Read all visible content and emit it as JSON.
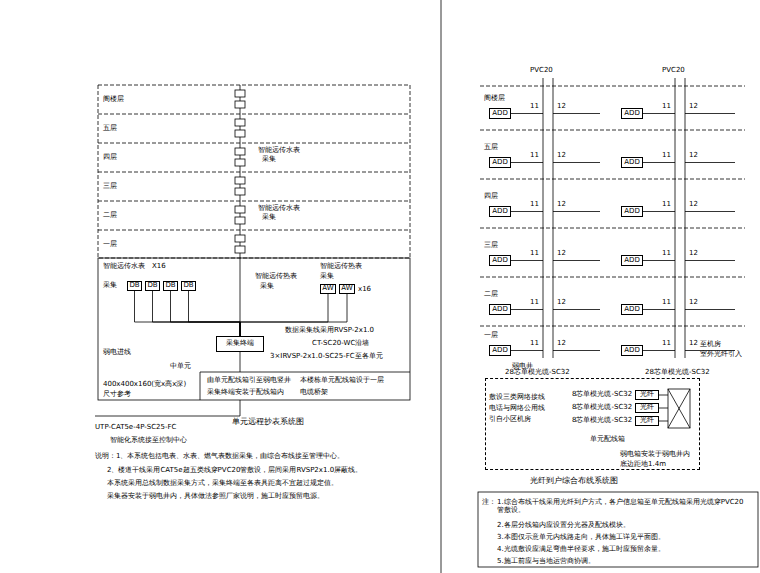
{
  "diagram": {
    "nodes": [
      {
        "text": [
          "采集终端"
        ]
      },
      {
        "text": [
          "DB"
        ]
      },
      {
        "text": [
          "DB"
        ]
      },
      {
        "text": [
          "DB"
        ]
      },
      {
        "text": [
          "DB"
        ]
      },
      {
        "text": [
          "AW"
        ]
      },
      {
        "text": [
          "AW"
        ]
      },
      {
        "text": [
          "ADD"
        ]
      },
      {
        "text": [
          "ADD"
        ]
      },
      {
        "text": [
          "ADD"
        ]
      },
      {
        "text": [
          "ADD"
        ]
      },
      {
        "text": [
          "ADD"
        ]
      },
      {
        "text": [
          "ADD"
        ]
      },
      {
        "text": [
          "ADD"
        ]
      },
      {
        "text": [
          "ADD"
        ]
      },
      {
        "text": [
          "ADD"
        ]
      },
      {
        "text": [
          "ADD"
        ]
      },
      {
        "text": [
          "ADD"
        ]
      },
      {
        "text": [
          "ADD"
        ]
      },
      {
        "text": [
          "单元配线箱"
        ]
      },
      {
        "text": [
          "光纤"
        ],
        "in": 19
      },
      {
        "text": [
          "光纤"
        ],
        "in": 19
      },
      {
        "text": [
          "光纤"
        ],
        "in": 19
      }
    ],
    "edges": [
      {
        "from": 1,
        "to": 0,
        "arrow": "none"
      },
      {
        "from": 2,
        "to": 0,
        "arrow": "none"
      },
      {
        "from": 3,
        "to": 0,
        "arrow": "none"
      },
      {
        "from": 4,
        "to": 0,
        "arrow": "none"
      },
      {
        "from": 5,
        "to": 0,
        "arrow": "none"
      },
      {
        "from": 6,
        "to": 0,
        "arrow": "none"
      }
    ],
    "labels": [
      "阁楼层",
      "五层",
      "四层",
      "三层",
      "二层",
      "一层",
      "智能远传水表",
      "采集",
      "智能远传水表",
      "采集",
      "智能远传水表",
      "X16",
      "采集",
      "智能远传热表",
      "采集",
      "智能远传热表",
      "采集",
      "x16",
      "数据采集线采用RVSP-2x1.0",
      "CT-SC20-WC沿墙",
      "3×IRVSP-2x1.0-SC25-FC至各单元",
      "弱电进线",
      "400x400x160(宽x高x深)",
      "尺寸参考",
      "中单元",
      "由单元配线箱引至弱电竖井",
      "采集终端安装于配线箱内",
      "本楼栋单元配线箱设于一层",
      "电缆桥架",
      "UTP-CAT5e-4P-SC25-FC",
      "智能化系统接至控制中心",
      "单元远程抄表系统图",
      "说明：1、本系统包括电表、水表、燃气表数据采集，由综合布线接至管理中心。",
      "2、楼道干线采用CAT5e超五类线穿PVC20管敷设，层间采用RVSP2x1.0屏蔽线。",
      "本系统采用总线制数据采集方式，采集终端至各表具距离不宜超过规定值。",
      "采集器安装于弱电井内，具体做法参照厂家说明，施工时应预留电源。",
      "PVC20",
      "PVC20",
      "阁楼层",
      "五层",
      "四层",
      "三层",
      "二层",
      "一层",
      "11",
      "12",
      "11",
      "12",
      "11",
      "12",
      "11",
      "12",
      "11",
      "12",
      "11",
      "12",
      "11",
      "12",
      "11",
      "12",
      "11",
      "12",
      "11",
      "12",
      "11",
      "12",
      "11",
      "12",
      "弱电井",
      "至机房",
      "室外光纤引入",
      "28芯单模光缆-SC32",
      "28芯单模光缆-SC32",
      "敷设三类网络接线",
      "电话与网络公用线",
      "引自小区机房",
      "8芯单模光缆-SC32",
      "8芯单模光缆-SC32",
      "8芯单模光缆-SC32",
      "弱电箱安装于弱电井内",
      "底边距地1.4m",
      "光纤到户综合布线系统图",
      "注：",
      "1.综合布线干线采用光纤到户方式，各户信息箱至单元配线箱采用光缆穿PVC20管敷设。",
      "2.各层分线箱内应设置分光器及配线模块。",
      "3.本图仅示意单元内线路走向，具体施工详见平面图。",
      "4.光缆敷设应满足弯曲半径要求，施工时应预留余量。",
      "5.施工前应与当地运营商协调。"
    ]
  }
}
